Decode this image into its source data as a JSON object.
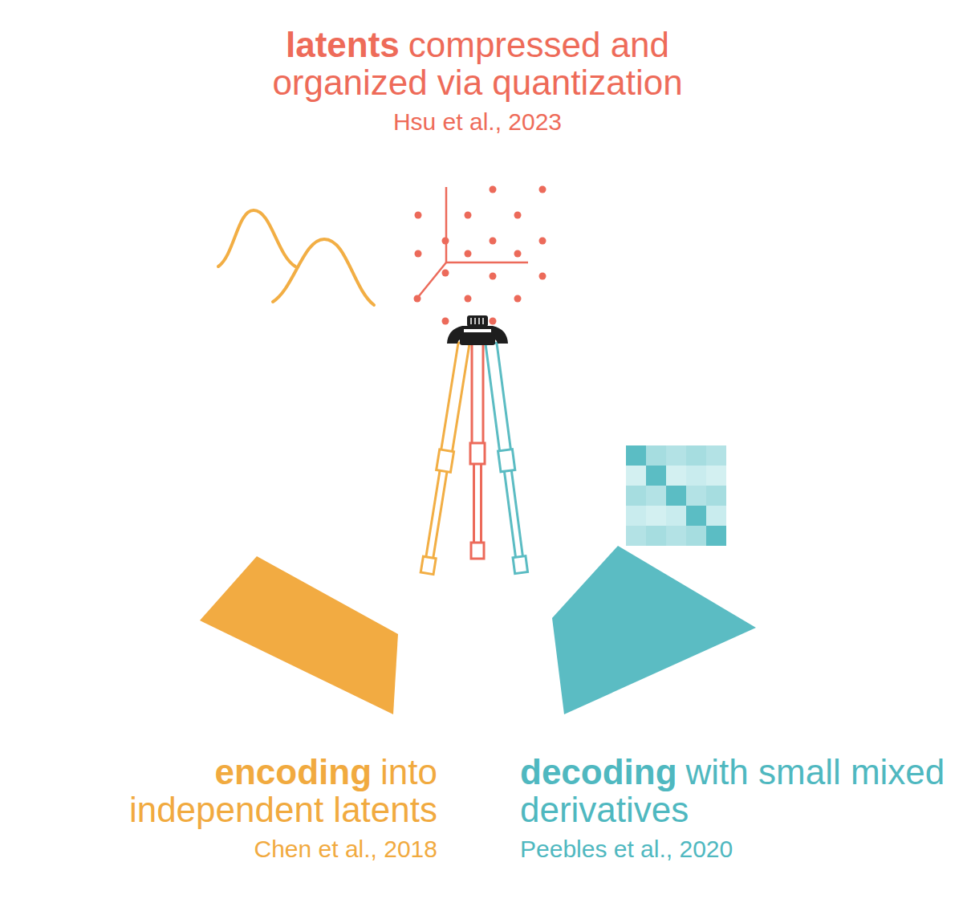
{
  "diagram": {
    "nodes": [
      {
        "text": [
          "latents",
          "compressed and organized via quantization",
          "Hsu et al., 2023"
        ]
      },
      {
        "text": [
          "encoding",
          "into independent latents",
          "Chen et al., 2018"
        ]
      },
      {
        "text": [
          "decoding",
          "with small mixed derivatives",
          "Peebles et al., 2020"
        ]
      }
    ]
  }
}
